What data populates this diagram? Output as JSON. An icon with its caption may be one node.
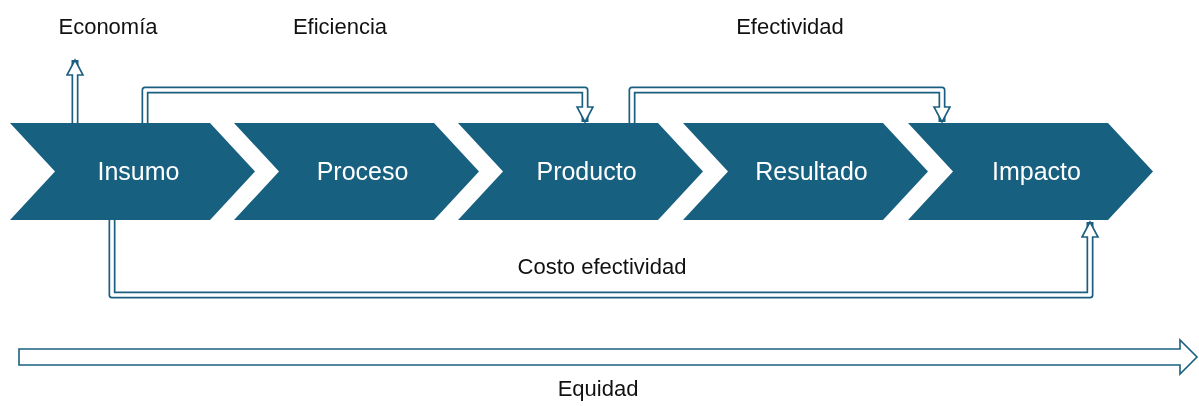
{
  "diagram": {
    "nodes": [
      {
        "text": [
          "Insumo"
        ]
      },
      {
        "text": [
          "Proceso"
        ]
      },
      {
        "text": [
          "Producto"
        ]
      },
      {
        "text": [
          "Resultado"
        ]
      },
      {
        "text": [
          "Impacto"
        ]
      }
    ],
    "edges": [
      {
        "from": 0,
        "to": null,
        "arrow": "to",
        "label": "Economía"
      },
      {
        "from": 0,
        "to": 2,
        "arrow": "to",
        "label": "Eficiencia"
      },
      {
        "from": 2,
        "to": 4,
        "arrow": "to",
        "label": "Efectividad"
      },
      {
        "from": 0,
        "to": 4,
        "arrow": "to",
        "label": "Costo efectividad"
      }
    ],
    "labels": [
      "Equidad"
    ]
  }
}
